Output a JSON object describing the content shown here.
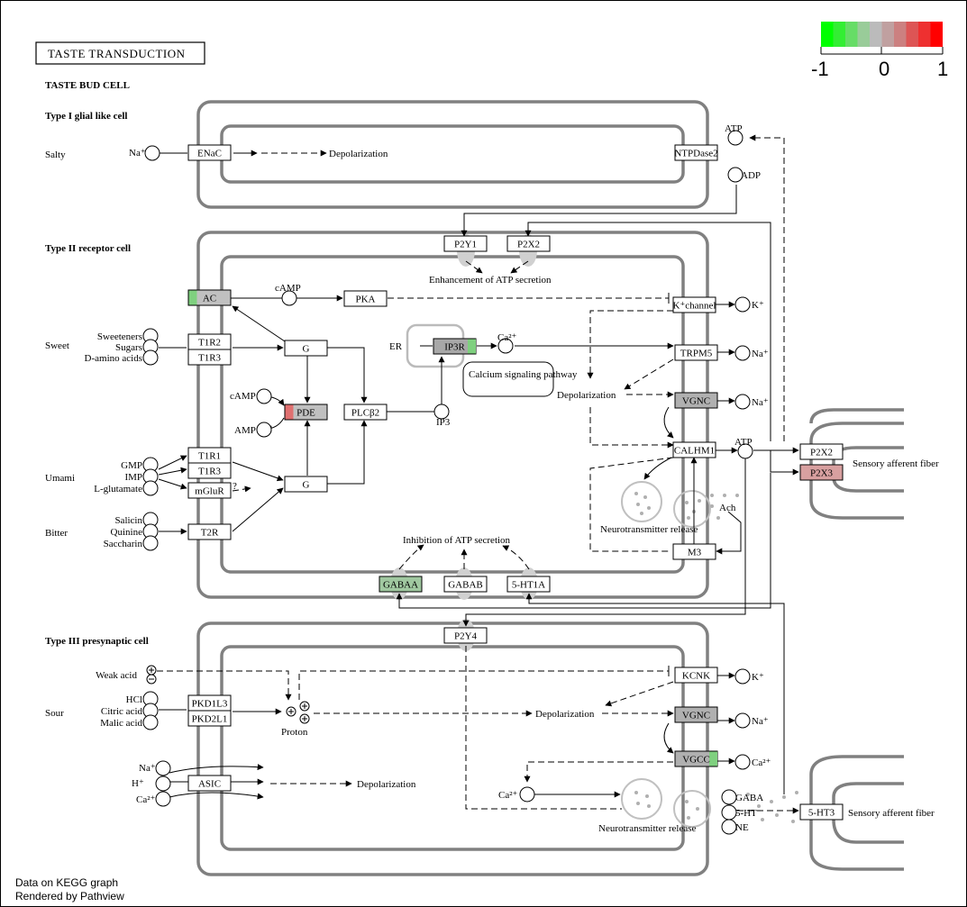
{
  "title": "TASTE TRANSDUCTION",
  "cell": "TASTE BUD CELL",
  "legend": {
    "min": "-1",
    "mid": "0",
    "max": "1",
    "colors": [
      "#00ff00",
      "#33ee33",
      "#66dd66",
      "#99cc99",
      "#bbbbbb",
      "#c0a0a0",
      "#cc8080",
      "#dd5555",
      "#ee3030",
      "#ff0000"
    ]
  },
  "footer": {
    "line1": "Data on KEGG graph",
    "line2": "Rendered by Pathview"
  },
  "sections": {
    "type1": "Type I glial like cell",
    "type2": "Type II receptor cell",
    "type3": "Type III presynaptic cell"
  },
  "tastes": {
    "salty": "Salty",
    "sweet": "Sweet",
    "umami": "Umami",
    "bitter": "Bitter",
    "sour": "Sour"
  },
  "compounds": {
    "na": "Na⁺",
    "k": "K⁺",
    "atp": "ATP",
    "adp": "ADP",
    "camp": "cAMP",
    "amp": "AMP",
    "ip3": "IP3",
    "ca": "Ca²⁺",
    "ach": "Ach",
    "sweeteners": "Sweeteners",
    "sugars": "Sugars",
    "damino": "D-amino acids",
    "gmp": "GMP",
    "imp": "IMP",
    "lglu": "L-glutamate",
    "salicin": "Salicin",
    "quinine": "Quinine",
    "saccharin": "Saccharin",
    "weakacid": "Weak acid",
    "hcl": "HCl",
    "citric": "Citric acid",
    "malic": "Malic acid",
    "h": "H⁺",
    "gaba": "GABA",
    "ht5": "5-HT",
    "ne": "NE",
    "proton": "Proton",
    "er": "ER"
  },
  "genes": {
    "enac": "ENaC",
    "ntpdase2": "NTPDase2",
    "p2y1": "P2Y1",
    "p2x2": "P2X2",
    "ac": "AC",
    "pka": "PKA",
    "kchannel": "K⁺channel",
    "t1r2": "T1R2",
    "t1r3": "T1R3",
    "g": "G",
    "ip3r": "IP3R",
    "trpm5": "TRPM5",
    "pde": "PDE",
    "plcb2": "PLCβ2",
    "vgnc": "VGNC",
    "calhm1": "CALHM1",
    "t1r1": "T1R1",
    "mglur": "mGluR",
    "t2r": "T2R",
    "m3": "M3",
    "gabaa": "GABAA",
    "gabab": "GABAB",
    "ht1a": "5-HT1A",
    "p2x2b": "P2X2",
    "p2x3": "P2X3",
    "p2y4": "P2Y4",
    "kcnk": "KCNK",
    "pkd1l3": "PKD1L3",
    "pkd2l1": "PKD2L1",
    "vgcc": "VGCC",
    "asic": "ASIC",
    "ht3": "5-HT3"
  },
  "labels": {
    "depolarization": "Depolarization",
    "enhancement": "Enhancement of ATP secretion",
    "inhibition": "Inhibition of ATP secretion",
    "calcium": "Calcium signaling pathway",
    "neuro": "Neurotransmitter release",
    "sensory": "Sensory afferent fiber",
    "question": "?"
  },
  "node_colors": {
    "ac": "#c0c0c0",
    "ac_accent": "#7fd07f",
    "pde": "#c0c0c0",
    "pde_accent": "#e07070",
    "ip3r": "#a8a8a8",
    "ip3r_accent": "#7fd07f",
    "vgnc": "#b0b0b0",
    "gabaa": "#a0c8a0",
    "p2x3": "#d8a0a0",
    "vgcc": "#b0b0b0",
    "vgcc_accent": "#7fd07f"
  }
}
